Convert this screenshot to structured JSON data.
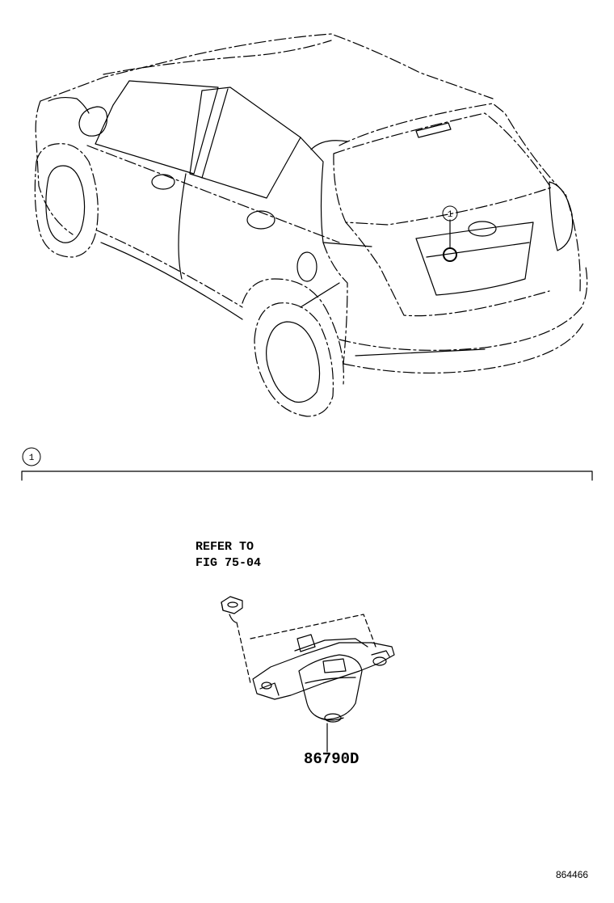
{
  "diagram": {
    "callout_number": "1",
    "section_number": "1",
    "reference_note_line1": "REFER TO",
    "reference_note_line2": "FIG 75-04",
    "part_number": "86790D",
    "figure_id": "864466"
  },
  "colors": {
    "line": "#000000",
    "background": "#ffffff"
  }
}
